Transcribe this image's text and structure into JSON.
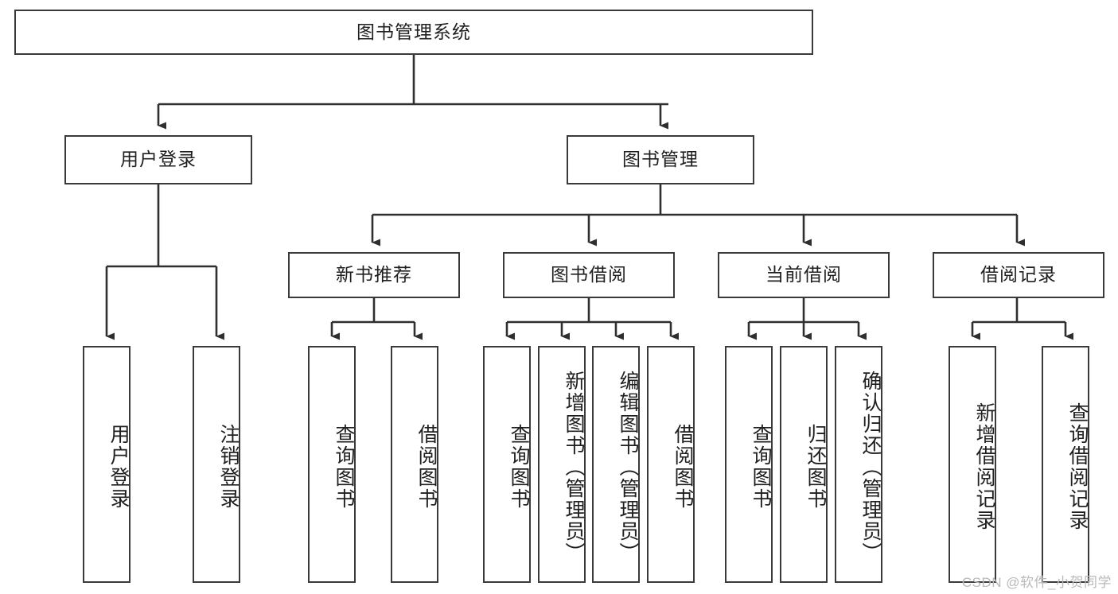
{
  "diagram": {
    "title": "图书管理系统",
    "type": "tree-hierarchy-diagram",
    "watermark": "CSDN @软件_小贺同学",
    "colors": {
      "box_border": "#3a3a3a",
      "box_fill": "#ffffff",
      "connector": "#2f2f2f",
      "text": "#1f1f1f",
      "watermark": "#b9b9b9"
    },
    "root": {
      "label": "图书管理系统"
    },
    "level2": [
      {
        "label": "用户登录"
      },
      {
        "label": "图书管理"
      }
    ],
    "level3": [
      {
        "label": "新书推荐"
      },
      {
        "label": "图书借阅"
      },
      {
        "label": "当前借阅"
      },
      {
        "label": "借阅记录"
      }
    ],
    "leaves_user_login": [
      {
        "label": "用户登录"
      },
      {
        "label": "注销登录"
      }
    ],
    "leaves_new_book": [
      {
        "label": "查询图书"
      },
      {
        "label": "借阅图书"
      }
    ],
    "leaves_borrow": [
      {
        "label": "查询图书"
      },
      {
        "label": "新增图书（管理员）"
      },
      {
        "label": "编辑图书（管理员）"
      },
      {
        "label": "借阅图书"
      }
    ],
    "leaves_current": [
      {
        "label": "查询图书"
      },
      {
        "label": "归还图书"
      },
      {
        "label": "确认归还（管理员）"
      }
    ],
    "leaves_record": [
      {
        "label": "新增借阅记录"
      },
      {
        "label": "查询借阅记录"
      }
    ]
  }
}
